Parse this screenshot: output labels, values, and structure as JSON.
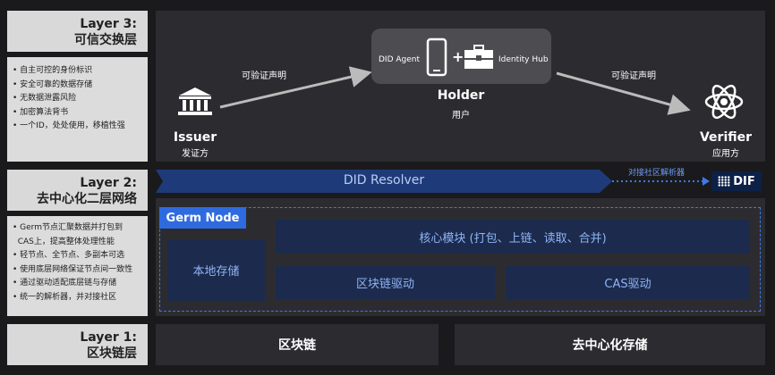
{
  "layer3": {
    "label_line1": "Layer 3:",
    "label_line2": "可信交换层",
    "desc": [
      "自主可控的身份标识",
      "安全可靠的数据存储",
      "无数据泄露风险",
      "加密算法背书",
      "一个ID，处处使用，移植性强"
    ],
    "issuer_name": "Issuer",
    "issuer_sub": "发证方",
    "arrow_left_label": "可验证声明",
    "arrow_right_label": "可验证声明",
    "did_agent": "DID Agent",
    "plus": "+",
    "identity_hub": "Identity Hub",
    "holder_name": "Holder",
    "holder_sub": "用户",
    "verifier_name": "Verifier",
    "verifier_sub": "应用方"
  },
  "layer2": {
    "label_line1": "Layer 2:",
    "label_line2": "去中心化二层网络",
    "desc": [
      "Germ节点汇聚数据并打包到",
      "CAS上，提高整体处理性能",
      "轻节点、全节点、多副本可选",
      "使用底层网络保证节点间一致性",
      "通过驱动适配底层链与存储",
      "统一的解析器，并对接社区"
    ],
    "resolver": "DID Resolver",
    "community_label": "对接社区解析器",
    "dif": "DIF",
    "germ_node": "Germ Node",
    "local_storage": "本地存储",
    "core_module": "核心模块 (打包、上链、读取、合并)",
    "chain_driver": "区块链驱动",
    "cas_driver": "CAS驱动"
  },
  "layer1": {
    "label_line1": "Layer 1:",
    "label_line2": "区块链层",
    "blockchain": "区块链",
    "decentral_storage": "去中心化存储"
  },
  "colors": {
    "background": "#1a1a1d",
    "panel": "#2c2c30",
    "label_bg": "#d9d9d9",
    "accent_blue": "#2f6be0",
    "dark_blue": "#1c2b4d",
    "text_blue": "#8fb3f5"
  }
}
